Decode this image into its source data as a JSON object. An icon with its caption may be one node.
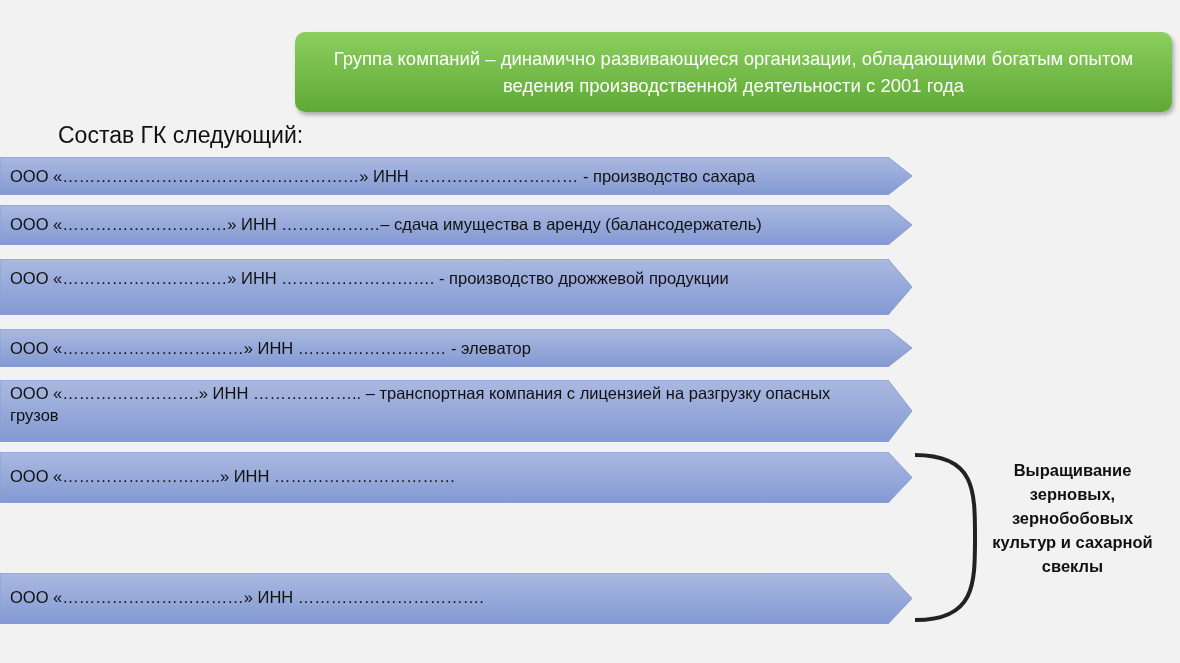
{
  "diagram": {
    "title": "Состав ГК следующий:",
    "nodes": [
      {
        "text": [
          "Группа компаний – динамично развивающиеся организации, обладающими богатым опытом ведения производственной деятельности с 2001 года"
        ]
      },
      {
        "text": [
          "ООО «………………………………………………» ИНН ………………………… - производство сахара"
        ]
      },
      {
        "text": [
          "ООО «…………………………» ИНН ………………– сдача имущества в аренду (балансодержатель)"
        ]
      },
      {
        "text": [
          "ООО «…………………………» ИНН ………………………. -  производство дрожжевой продукции"
        ]
      },
      {
        "text": [
          "ООО «……………………………» ИНН ……………………… - элеватор"
        ]
      },
      {
        "text": [
          "ООО «…………………….» ИНН ……………….. – транспортная компания с лицензией на разгрузку опасных грузов"
        ]
      },
      {
        "text": [
          "ООО «………………………..» ИНН ……………………………"
        ]
      },
      {
        "text": [
          "ООО «……………………………» ИНН ……………………………."
        ]
      }
    ],
    "edges": [],
    "labels": [
      "Выращивание зерновых, зернобобовых культур и сахарной свеклы"
    ]
  }
}
